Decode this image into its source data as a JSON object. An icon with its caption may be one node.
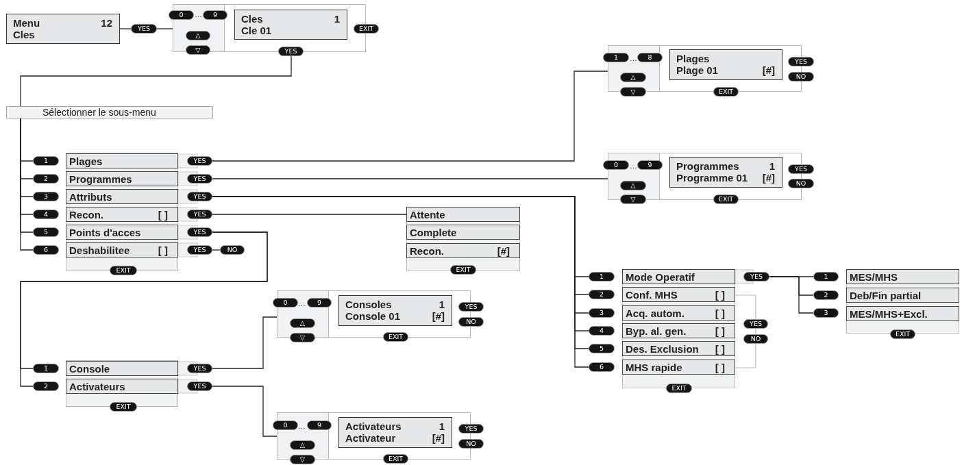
{
  "diagram": {
    "nodes": [
      {
        "text": [
          "Menu",
          "12",
          "Cles"
        ]
      },
      {
        "text": [
          "YES"
        ]
      },
      {
        "text": [],
        "shape": "box"
      },
      {
        "text": [
          "0"
        ]
      },
      {
        "text": [
          "9"
        ],
        "in": 2
      },
      {
        "text": [
          "△"
        ],
        "in": 2
      },
      {
        "text": [
          "▽"
        ]
      },
      {
        "text": [
          "Cles",
          "1",
          "Cle 01"
        ],
        "in": 2
      },
      {
        "text": [
          "EXIT"
        ]
      },
      {
        "text": [
          "YES"
        ]
      },
      {
        "text": [
          "Sélectionner le sous-menu"
        ]
      },
      {
        "text": [],
        "shape": "box"
      },
      {
        "text": [
          "Plages"
        ],
        "in": 11
      },
      {
        "text": [
          "Programmes"
        ],
        "in": 11
      },
      {
        "text": [
          "Attributs"
        ],
        "in": 11
      },
      {
        "text": [
          "Recon.",
          "[ ]"
        ],
        "in": 11
      },
      {
        "text": [
          "Points d'acces"
        ],
        "in": 11
      },
      {
        "text": [
          "Deshabilitee",
          "[ ]"
        ],
        "in": 11
      },
      {
        "text": [
          "EXIT"
        ]
      },
      {
        "text": [
          "1"
        ]
      },
      {
        "text": [
          "2"
        ]
      },
      {
        "text": [
          "3"
        ]
      },
      {
        "text": [
          "4"
        ]
      },
      {
        "text": [
          "5"
        ]
      },
      {
        "text": [
          "6"
        ]
      },
      {
        "text": [
          "YES"
        ]
      },
      {
        "text": [
          "YES"
        ]
      },
      {
        "text": [
          "YES"
        ]
      },
      {
        "text": [
          "YES"
        ]
      },
      {
        "text": [
          "YES"
        ]
      },
      {
        "text": [
          "YES"
        ]
      },
      {
        "text": [
          "NO"
        ]
      },
      {
        "text": [],
        "shape": "box"
      },
      {
        "text": [
          "1"
        ]
      },
      {
        "text": [
          "8"
        ],
        "in": 32
      },
      {
        "text": [
          "△"
        ],
        "in": 32
      },
      {
        "text": [
          "▽"
        ]
      },
      {
        "text": [
          "Plages",
          "Plage 01",
          "[#]"
        ],
        "in": 32
      },
      {
        "text": [
          "YES"
        ]
      },
      {
        "text": [
          "NO"
        ]
      },
      {
        "text": [
          "EXIT"
        ]
      },
      {
        "text": [],
        "shape": "box"
      },
      {
        "text": [
          "0"
        ]
      },
      {
        "text": [
          "9"
        ],
        "in": 41
      },
      {
        "text": [
          "△"
        ],
        "in": 41
      },
      {
        "text": [
          "▽"
        ]
      },
      {
        "text": [
          "Programmes",
          "1",
          "Programme 01",
          "[#]"
        ],
        "in": 41
      },
      {
        "text": [
          "YES"
        ]
      },
      {
        "text": [
          "NO"
        ]
      },
      {
        "text": [
          "EXIT"
        ]
      },
      {
        "text": [],
        "shape": "box"
      },
      {
        "text": [
          "Attente"
        ],
        "in": 50
      },
      {
        "text": [
          "Complete"
        ],
        "in": 50
      },
      {
        "text": [
          "Recon.",
          "[#]"
        ],
        "in": 50
      },
      {
        "text": [
          "EXIT"
        ]
      },
      {
        "text": [],
        "shape": "box"
      },
      {
        "text": [
          "Console"
        ],
        "in": 55
      },
      {
        "text": [
          "Activateurs"
        ],
        "in": 55
      },
      {
        "text": [
          "EXIT"
        ]
      },
      {
        "text": [
          "1"
        ]
      },
      {
        "text": [
          "2"
        ]
      },
      {
        "text": [
          "YES"
        ]
      },
      {
        "text": [
          "YES"
        ]
      },
      {
        "text": [],
        "shape": "box"
      },
      {
        "text": [
          "0"
        ]
      },
      {
        "text": [
          "9"
        ],
        "in": 63
      },
      {
        "text": [
          "△"
        ],
        "in": 63
      },
      {
        "text": [
          "▽"
        ]
      },
      {
        "text": [
          "Consoles",
          "1",
          "Console 01",
          "[#]"
        ],
        "in": 63
      },
      {
        "text": [
          "YES"
        ]
      },
      {
        "text": [
          "NO"
        ]
      },
      {
        "text": [
          "EXIT"
        ]
      },
      {
        "text": [],
        "shape": "box"
      },
      {
        "text": [
          "0"
        ]
      },
      {
        "text": [
          "9"
        ],
        "in": 72
      },
      {
        "text": [
          "△"
        ],
        "in": 72
      },
      {
        "text": [
          "▽"
        ]
      },
      {
        "text": [
          "Activateurs",
          "1",
          "Activateur",
          "[#]"
        ],
        "in": 72
      },
      {
        "text": [
          "YES"
        ]
      },
      {
        "text": [
          "NO"
        ]
      },
      {
        "text": [
          "EXIT"
        ]
      },
      {
        "text": [],
        "shape": "box"
      },
      {
        "text": [
          "Mode Operatif"
        ],
        "in": 81
      },
      {
        "text": [
          "Conf. MHS",
          "[ ]"
        ],
        "in": 81
      },
      {
        "text": [
          "Acq. autom.",
          "[ ]"
        ],
        "in": 81
      },
      {
        "text": [
          "Byp. al. gen.",
          "[ ]"
        ],
        "in": 81
      },
      {
        "text": [
          "Des. Exclusion",
          "[ ]"
        ],
        "in": 81
      },
      {
        "text": [
          "MHS rapide",
          "[ ]"
        ],
        "in": 81
      },
      {
        "text": [
          "EXIT"
        ]
      },
      {
        "text": [
          "1"
        ]
      },
      {
        "text": [
          "2"
        ]
      },
      {
        "text": [
          "3"
        ]
      },
      {
        "text": [
          "4"
        ]
      },
      {
        "text": [
          "5"
        ]
      },
      {
        "text": [
          "6"
        ]
      },
      {
        "text": [
          "YES"
        ]
      },
      {
        "text": [
          "YES"
        ]
      },
      {
        "text": [
          "NO"
        ]
      },
      {
        "text": [],
        "shape": "box"
      },
      {
        "text": [
          "MES/MHS"
        ],
        "in": 98
      },
      {
        "text": [
          "Deb/Fin partial"
        ],
        "in": 98
      },
      {
        "text": [
          "MES/MHS+Excl."
        ],
        "in": 98
      },
      {
        "text": [
          "EXIT"
        ]
      },
      {
        "text": [
          "1"
        ]
      },
      {
        "text": [
          "2"
        ]
      },
      {
        "text": [
          "3"
        ]
      }
    ],
    "edges": [
      {
        "from": 0,
        "to": 1,
        "arrow": "none"
      },
      {
        "from": 1,
        "to": 2,
        "arrow": "none"
      },
      {
        "from": 9,
        "to": 10,
        "arrow": "none"
      },
      {
        "from": 10,
        "to": 19,
        "arrow": "none"
      },
      {
        "from": 10,
        "to": 20,
        "arrow": "none"
      },
      {
        "from": 10,
        "to": 21,
        "arrow": "none"
      },
      {
        "from": 10,
        "to": 22,
        "arrow": "none"
      },
      {
        "from": 10,
        "to": 23,
        "arrow": "none"
      },
      {
        "from": 10,
        "to": 24,
        "arrow": "none"
      },
      {
        "from": 25,
        "to": 32,
        "arrow": "none"
      },
      {
        "from": 26,
        "to": 41,
        "arrow": "none"
      },
      {
        "from": 27,
        "to": 89,
        "arrow": "none"
      },
      {
        "from": 27,
        "to": 90,
        "arrow": "none"
      },
      {
        "from": 27,
        "to": 91,
        "arrow": "none"
      },
      {
        "from": 27,
        "to": 92,
        "arrow": "none"
      },
      {
        "from": 27,
        "to": 93,
        "arrow": "none"
      },
      {
        "from": 27,
        "to": 94,
        "arrow": "none"
      },
      {
        "from": 28,
        "to": 51,
        "arrow": "none"
      },
      {
        "from": 29,
        "to": 59,
        "arrow": "none"
      },
      {
        "from": 29,
        "to": 60,
        "arrow": "none"
      },
      {
        "from": 30,
        "to": 31,
        "arrow": "none"
      },
      {
        "from": 61,
        "to": 63,
        "arrow": "none"
      },
      {
        "from": 62,
        "to": 72,
        "arrow": "none"
      },
      {
        "from": 95,
        "to": 103,
        "arrow": "none"
      },
      {
        "from": 95,
        "to": 104,
        "arrow": "none"
      },
      {
        "from": 95,
        "to": 105,
        "arrow": "none"
      }
    ],
    "labels": [
      "…",
      "…",
      "…",
      "…",
      "…"
    ]
  }
}
